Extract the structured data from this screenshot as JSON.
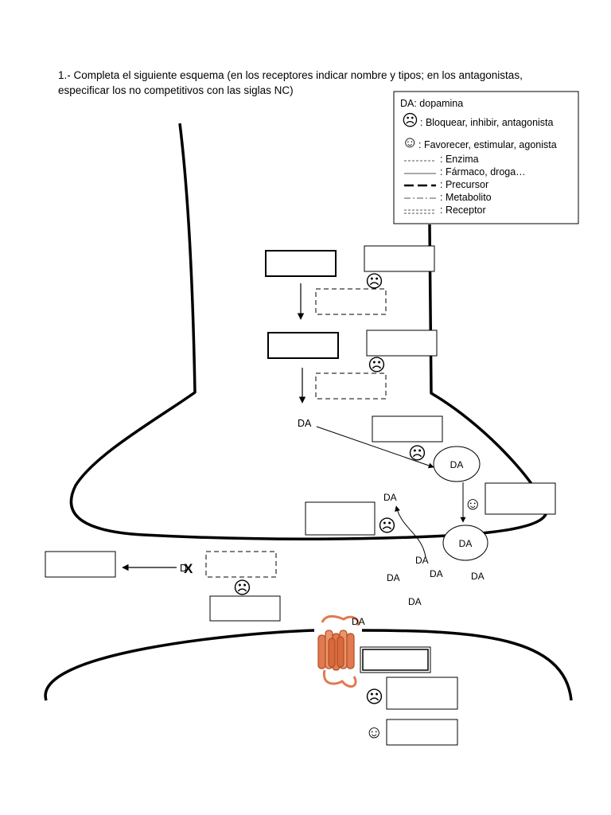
{
  "instructions": {
    "line1": "1.- Completa el siguiente esquema (en los receptores indicar nombre y tipos; en los antagonistas,",
    "line2": "especificar los no competitivos con las siglas NC)"
  },
  "legend": {
    "title": "DA: dopamina",
    "items": [
      {
        "symbol": "frown-face",
        "label": ": Bloquear, inhibir, antagonista"
      },
      {
        "symbol": "smile-face",
        "label": ": Favorecer, estimular, agonista"
      },
      {
        "symbol": "dotted-line",
        "label": ": Enzima"
      },
      {
        "symbol": "thin-solid-line",
        "label": ": Fármaco, droga…"
      },
      {
        "symbol": "long-dash-line",
        "label": ": Precursor"
      },
      {
        "symbol": "dash-dot-line",
        "label": ": Metabolito"
      },
      {
        "symbol": "double-dashed-line",
        "label": ":  Receptor"
      }
    ]
  },
  "labels": {
    "da": "DA",
    "da_x_letter": "D",
    "x_mark": "X"
  },
  "symbols": {
    "frown_glyph": "☹",
    "smile_glyph": "☺"
  },
  "colors": {
    "receptor_protein": "#e07a50",
    "receptor_stroke": "#b24e22",
    "line": "#000000"
  }
}
